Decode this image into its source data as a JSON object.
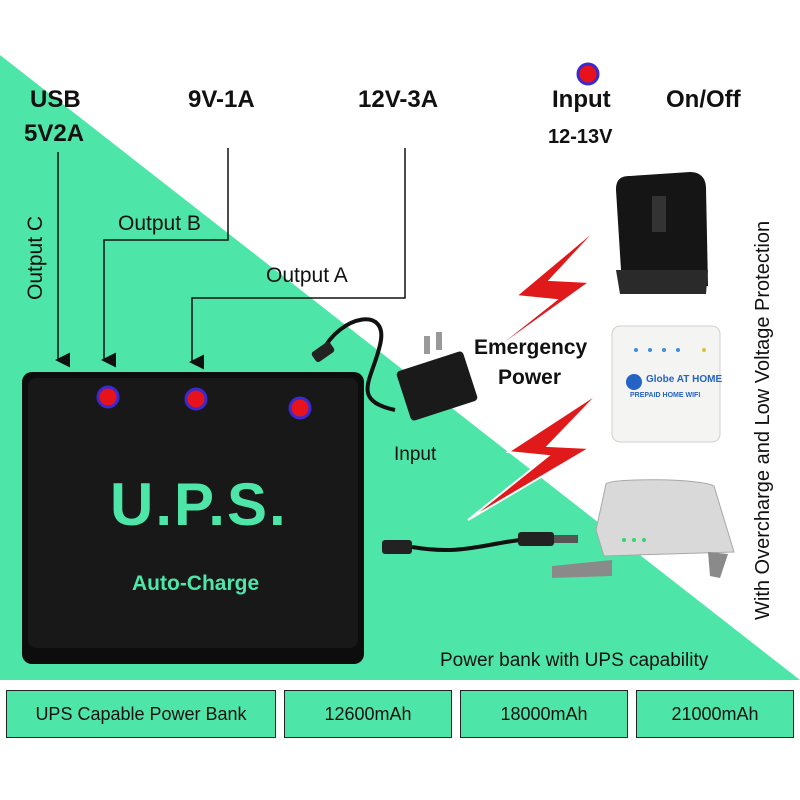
{
  "colors": {
    "mint": "#4ee6a8",
    "device": "#111111",
    "label_green": "#4ee6a8",
    "bolt": "#e0191a",
    "led": "#e8121a",
    "led_ring": "#3a2ad0"
  },
  "ports": {
    "usb": {
      "line1": "USB",
      "line2": "5V2A"
    },
    "b": "9V-1A",
    "a": "12V-3A",
    "input": {
      "line1": "Input",
      "line2": "12-13V"
    },
    "onoff": "On/Off"
  },
  "outputs": {
    "c": "Output C",
    "b": "Output B",
    "a": "Output A"
  },
  "device": {
    "title": "U.P.S.",
    "subtitle": "Auto-Charge"
  },
  "input_label": "Input",
  "emergency": {
    "line1": "Emergency",
    "line2": "Power"
  },
  "protection": "With Overcharge and Low Voltage Protection",
  "router2": {
    "brand": "Globe",
    "brand_suffix": "AT HOME",
    "subtitle": "PREPAID HOME WIFI"
  },
  "caption": "Power bank with UPS capability",
  "options": [
    {
      "label": "UPS Capable Power Bank"
    },
    {
      "label": "12600mAh"
    },
    {
      "label": "18000mAh"
    },
    {
      "label": "21000mAh"
    }
  ]
}
